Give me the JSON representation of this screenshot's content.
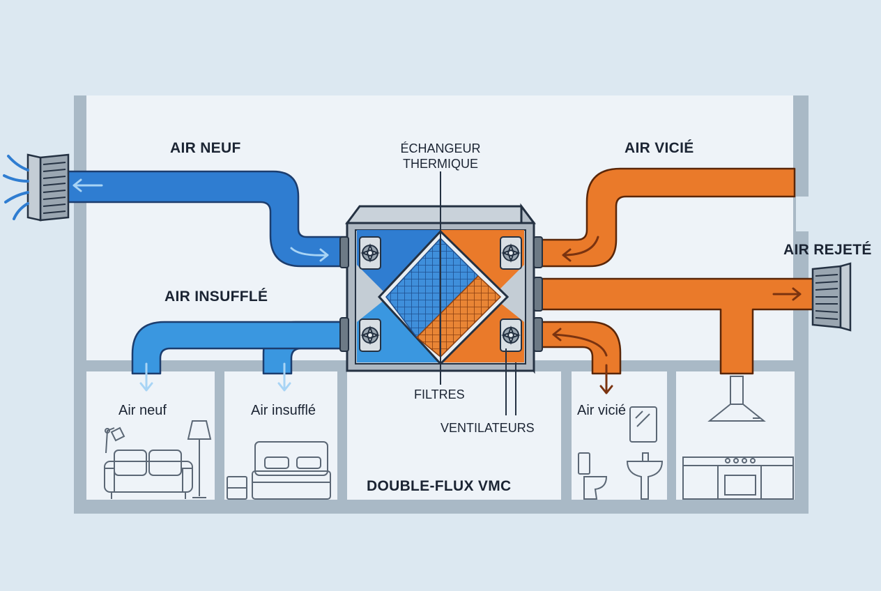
{
  "labels": {
    "air_neuf_top": "AIR NEUF",
    "air_vicie_top": "AIR VICIÉ",
    "air_rejete": "AIR REJETÉ",
    "air_insuffle_top": "AIR INSUFFLÉ",
    "echangeur_line1": "ÉCHANGEUR",
    "echangeur_line2": "THERMIQUE",
    "filtres": "FILTRES",
    "ventilateurs": "VENTILATEURS",
    "title": "DOUBLE-FLUX VMC"
  },
  "rooms": {
    "living": "Air neuf",
    "bedroom": "Air insufflé",
    "bathroom": "Air vicié"
  },
  "colors": {
    "background": "#dce8f1",
    "wall": "#a9b9c6",
    "room": "#eef3f8",
    "fresh_air_blue": "#2f7dd1",
    "stale_air_orange": "#ea7a2a",
    "outline": "#243142"
  },
  "icons": [
    "outdoor-grille-icon",
    "arrow-icon",
    "fan-icon",
    "heat-exchanger-icon",
    "sofa-icon",
    "floor-lamp-icon",
    "desk-lamp-icon",
    "bed-icon",
    "nightstand-icon",
    "toilet-icon",
    "sink-icon",
    "mirror-icon",
    "range-hood-icon",
    "kitchen-counter-icon"
  ]
}
